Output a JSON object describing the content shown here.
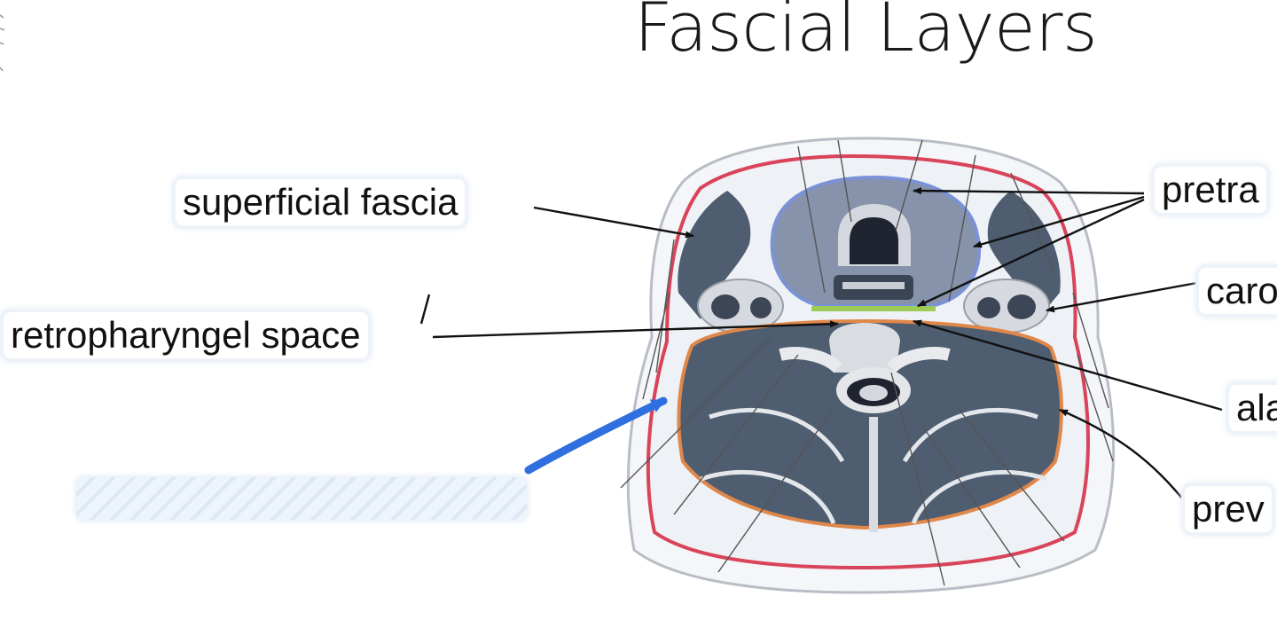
{
  "title": "Fascial Layers",
  "labels": {
    "superficial_fascia": "superficial fascia",
    "retropharyngel_space": "retropharyngel space",
    "pretracheal": "pretra",
    "carotid": "caro",
    "alar": "ala",
    "prevertebral": "prev"
  },
  "colors": {
    "arrow": "#111111",
    "pointer_arrow": "#2f6fe0",
    "muscle": "#4e5d70",
    "fascia_red": "#d9445a",
    "fascia_orange": "#e0874a",
    "fascia_blue": "#7a92d6",
    "fascia_green": "#9ccc55"
  }
}
